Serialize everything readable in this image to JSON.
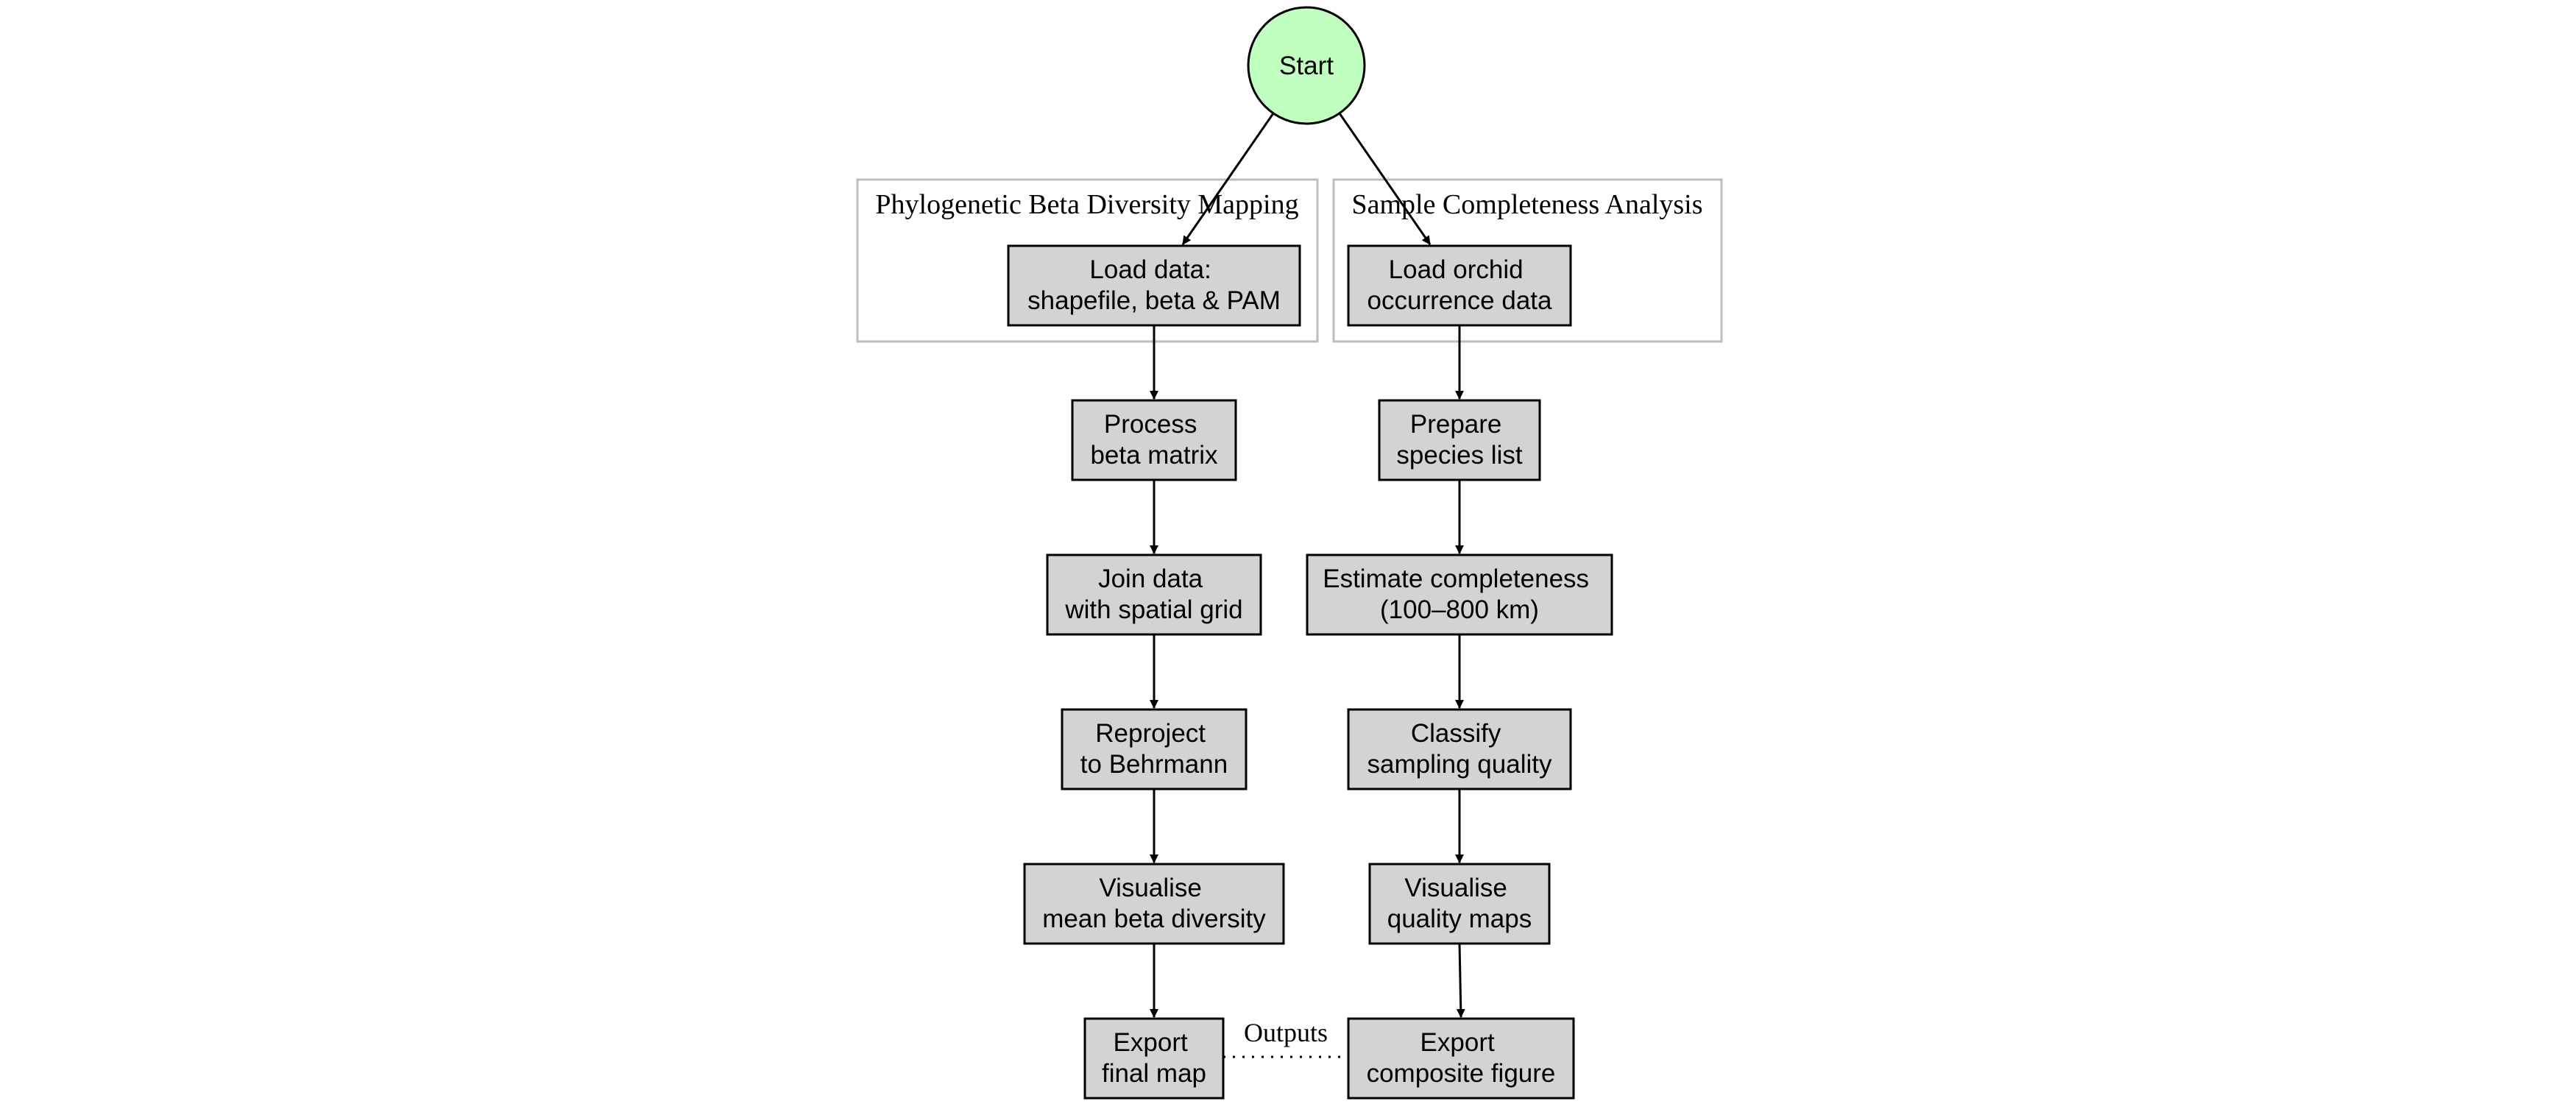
{
  "start": {
    "label": "Start",
    "fill": "#c1ffc1"
  },
  "node_fill": "#d3d3d3",
  "clusters": {
    "beta": {
      "title": "Phylogenetic Beta Diversity Mapping"
    },
    "completeness": {
      "title": "Sample Completeness Analysis"
    }
  },
  "left_steps": [
    {
      "line1": "Load data:",
      "line2": "shapefile, beta & PAM"
    },
    {
      "line1": "Process",
      "line2": "beta matrix"
    },
    {
      "line1": "Join data",
      "line2": "with spatial grid"
    },
    {
      "line1": "Reproject",
      "line2": "to Behrmann"
    },
    {
      "line1": "Visualise",
      "line2": "mean beta diversity"
    },
    {
      "line1": "Export",
      "line2": "final map"
    }
  ],
  "right_steps": [
    {
      "line1": "Load orchid",
      "line2": "occurrence data"
    },
    {
      "line1": "Prepare",
      "line2": "species list"
    },
    {
      "line1": "Estimate completeness",
      "line2": "(100–800 km)"
    },
    {
      "line1": "Classify",
      "line2": "sampling quality"
    },
    {
      "line1": "Visualise",
      "line2": "quality maps"
    },
    {
      "line1": "Export",
      "line2": "composite figure"
    }
  ],
  "outputs_edge": {
    "label": "Outputs"
  }
}
